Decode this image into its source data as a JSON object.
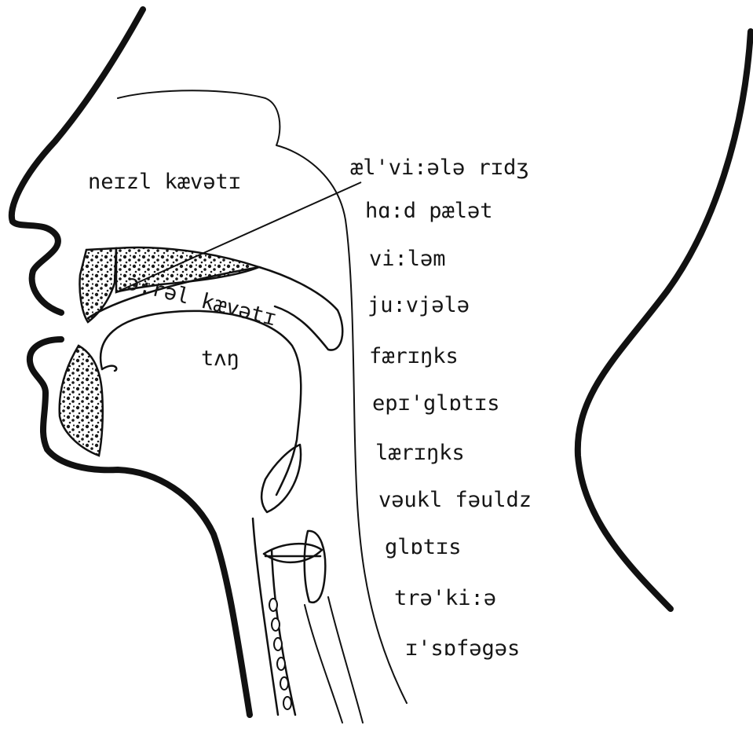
{
  "labels": {
    "nasal_cavity": "neɪzl kævətɪ",
    "oral_cavity": "ɔ:rəl kævətɪ",
    "tongue": "tʌŋ",
    "alveolar_ridge": "æl'vi:ələ rɪdʒ",
    "hard_palate": "hɑ:d pælət",
    "velum": "vi:ləm",
    "uvula": "ju:vjələ",
    "pharynx": "færɪŋks",
    "epiglottis": "epɪ'glɒtɪs",
    "larynx": "lærɪŋks",
    "vocal_folds": "vəukl fəuldz",
    "glottis": "glɒtɪs",
    "trachea": "trə'ki:ə",
    "oesophagus": "ɪ'sɒfəgəs"
  },
  "colors": {
    "ink": "#111111",
    "paper": "#ffffff"
  }
}
